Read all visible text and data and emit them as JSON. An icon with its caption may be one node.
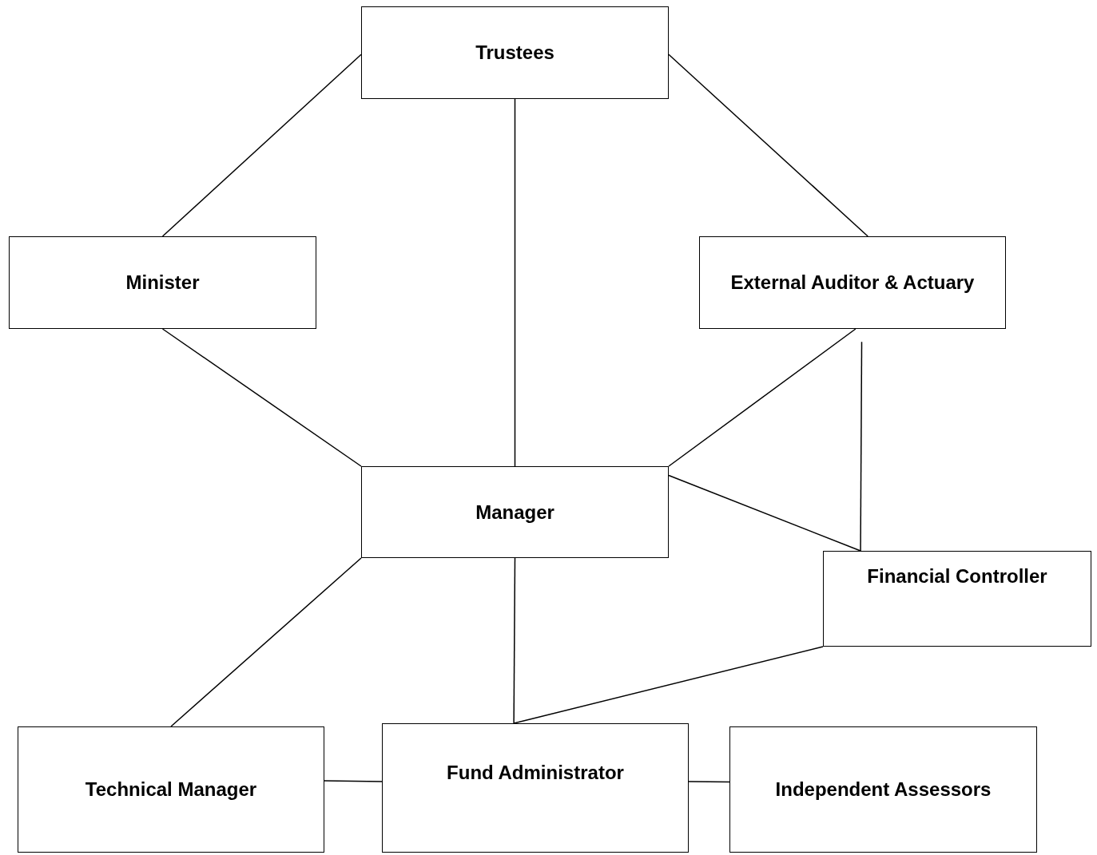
{
  "diagram": {
    "nodes": [
      {
        "text": [
          "Trustees"
        ]
      },
      {
        "text": [
          "Minister"
        ]
      },
      {
        "text": [
          "External Auditor & Actuary"
        ]
      },
      {
        "text": [
          "Manager"
        ]
      },
      {
        "text": [
          "Financial Controller"
        ]
      },
      {
        "text": [
          "Technical Manager"
        ]
      },
      {
        "text": [
          "Fund Administrator"
        ]
      },
      {
        "text": [
          "Independent Assessors"
        ]
      }
    ],
    "edges": [
      {
        "from": 0,
        "to": 1,
        "arrow": "none"
      },
      {
        "from": 0,
        "to": 3,
        "arrow": "none"
      },
      {
        "from": 0,
        "to": 2,
        "arrow": "none"
      },
      {
        "from": 1,
        "to": 3,
        "arrow": "none"
      },
      {
        "from": 2,
        "to": 3,
        "arrow": "none"
      },
      {
        "from": 2,
        "to": 4,
        "arrow": "none"
      },
      {
        "from": 3,
        "to": 4,
        "arrow": "none"
      },
      {
        "from": 3,
        "to": 5,
        "arrow": "none"
      },
      {
        "from": 3,
        "to": 6,
        "arrow": "none"
      },
      {
        "from": 4,
        "to": 6,
        "arrow": "none"
      },
      {
        "from": 5,
        "to": 6,
        "arrow": "none"
      },
      {
        "from": 6,
        "to": 7,
        "arrow": "none"
      }
    ]
  }
}
